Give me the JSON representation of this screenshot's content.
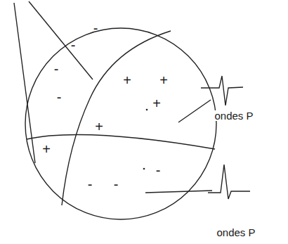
{
  "diagram": {
    "labels": [
      "-",
      "-",
      "-",
      "-",
      "+",
      "+",
      "+",
      "+",
      "+",
      "-",
      "-",
      "-",
      "ondes P",
      "ondes P"
    ]
  }
}
